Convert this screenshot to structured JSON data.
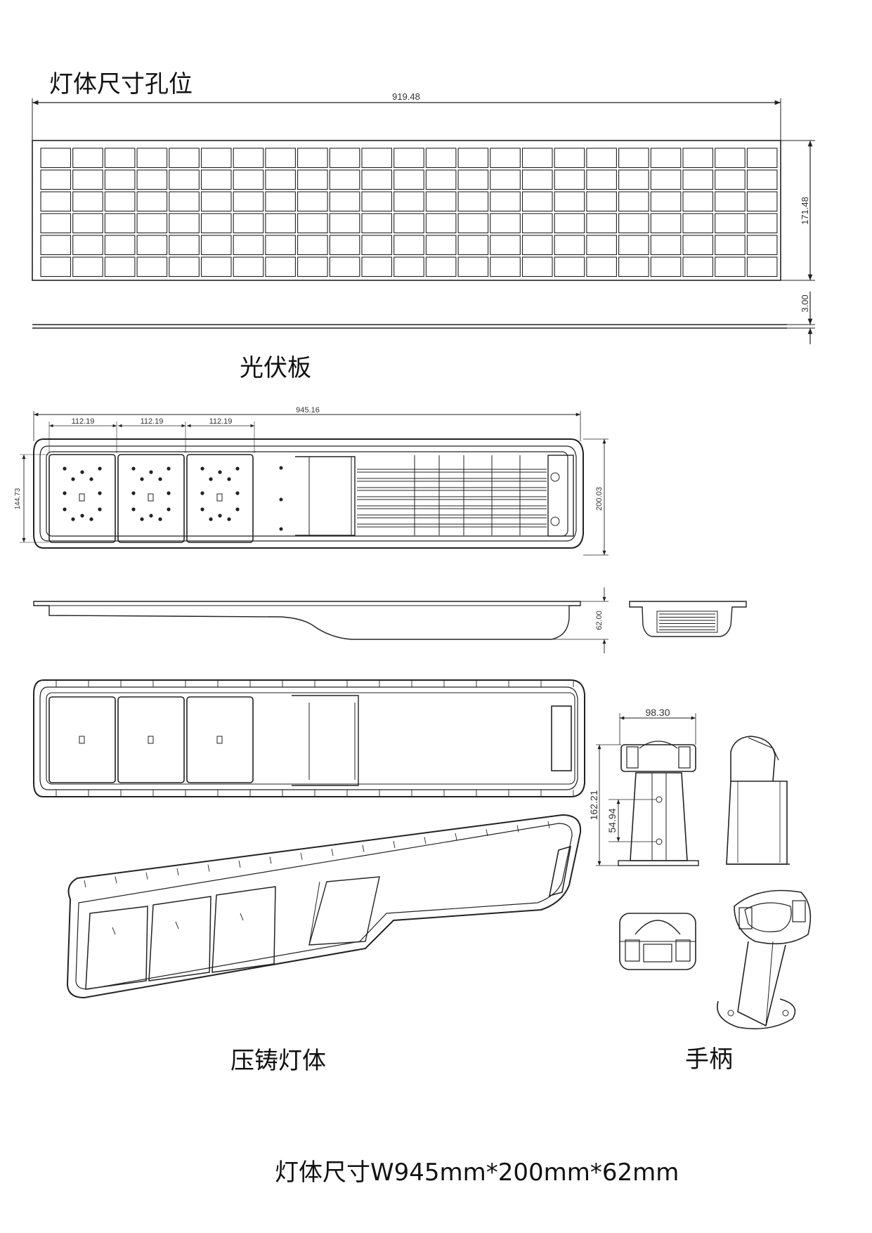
{
  "titles": {
    "hole_positions": "灯体尺寸孔位",
    "solar_panel": "光伏板",
    "die_cast_body": "压铸灯体",
    "handle": "手柄",
    "body_size": "灯体尺寸W945mm*200mm*62mm"
  },
  "solar_panel": {
    "width_dim": "919.48",
    "height_dim": "171.48",
    "thickness_dim": "3.00",
    "rows": 6,
    "cols": 23
  },
  "die_cast_top": {
    "total_length_dim": "945.16",
    "module_pitch_dims": [
      "112.19",
      "112.19",
      "112.19"
    ],
    "module_height_dim": "144.73",
    "body_width_dim": "200.03"
  },
  "side_view": {
    "height_dim": "62.00"
  },
  "handle_views": {
    "width_dim": "98.30",
    "height_dim": "162.21",
    "hole_spacing_dim": "54.94"
  }
}
